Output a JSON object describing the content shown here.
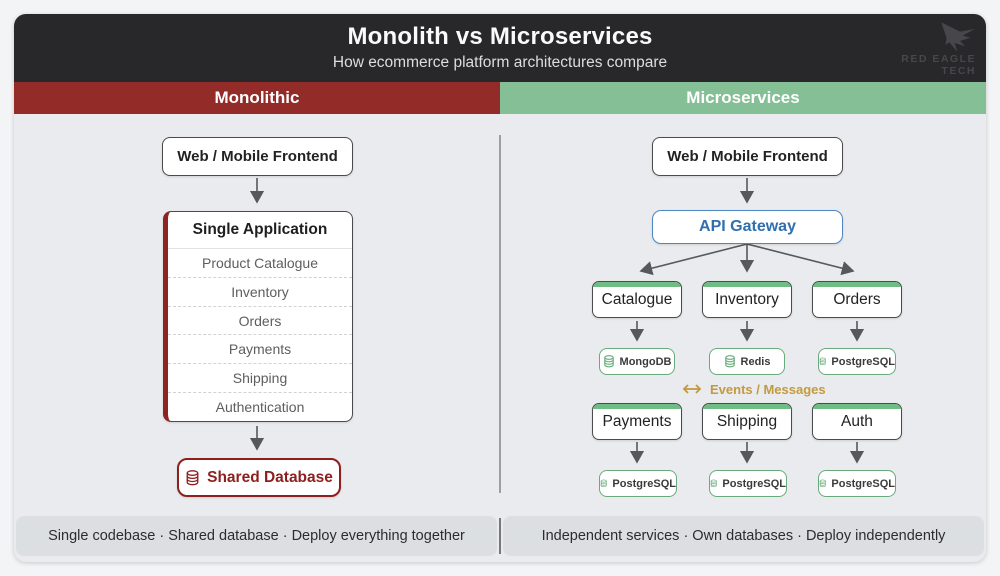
{
  "header": {
    "title": "Monolith vs Microservices",
    "subtitle": "How ecommerce platform architectures compare",
    "logo": {
      "line1": "RED EAGLE",
      "line2": "TECH"
    }
  },
  "bands": {
    "left": {
      "label": "Monolithic",
      "color": "#932b28"
    },
    "right": {
      "label": "Microservices",
      "color": "#85bf96"
    }
  },
  "monolith": {
    "frontend": "Web / Mobile Frontend",
    "app": {
      "title": "Single Application",
      "modules": [
        "Product Catalogue",
        "Inventory",
        "Orders",
        "Payments",
        "Shipping",
        "Authentication"
      ]
    },
    "database_label": "Shared Database",
    "summary": "Single codebase · Shared database · Deploy everything together"
  },
  "microservices": {
    "frontend": "Web / Mobile Frontend",
    "gateway": "API Gateway",
    "services_row1": [
      {
        "name": "Catalogue",
        "db": "MongoDB"
      },
      {
        "name": "Inventory",
        "db": "Redis"
      },
      {
        "name": "Orders",
        "db": "PostgreSQL"
      }
    ],
    "events_label": "Events / Messages",
    "services_row2": [
      {
        "name": "Payments",
        "db": "PostgreSQL"
      },
      {
        "name": "Shipping",
        "db": "PostgreSQL"
      },
      {
        "name": "Auth",
        "db": "PostgreSQL"
      }
    ],
    "summary": "Independent services · Own databases · Deploy independently"
  },
  "colors": {
    "accent_red": "#8e2322",
    "accent_green": "#6fbc85",
    "accent_blue": "#2f6fad",
    "accent_gold": "#c49a3e",
    "arrow_gray": "#55585c"
  }
}
